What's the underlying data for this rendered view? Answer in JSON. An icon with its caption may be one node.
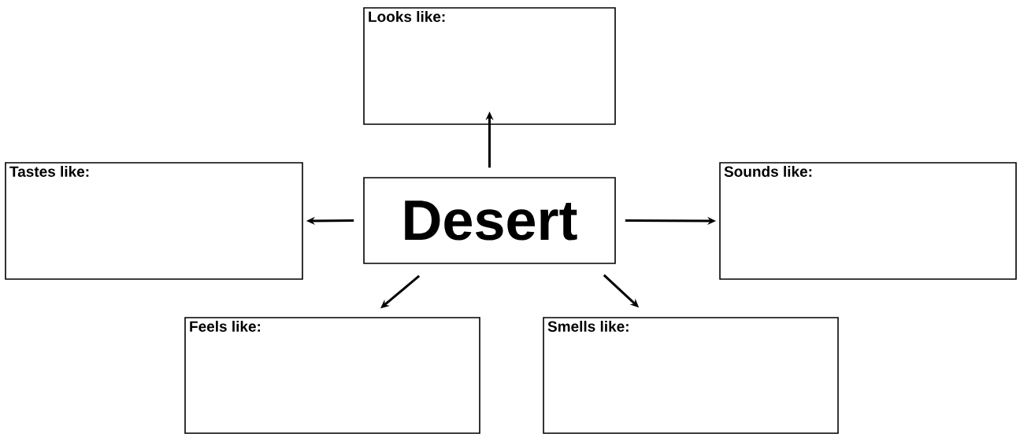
{
  "diagram": {
    "nodes": [
      {
        "text": [
          "Looks like:"
        ]
      },
      {
        "text": [
          "Tastes like:"
        ]
      },
      {
        "text": [
          "Desert"
        ]
      },
      {
        "text": [
          "Sounds like:"
        ]
      },
      {
        "text": [
          "Feels like:"
        ]
      },
      {
        "text": [
          "Smells like:"
        ]
      }
    ],
    "edges": [
      {
        "from": 2,
        "to": 0,
        "arrow": "to"
      },
      {
        "from": 2,
        "to": 1,
        "arrow": "to"
      },
      {
        "from": 2,
        "to": 3,
        "arrow": "to"
      },
      {
        "from": 2,
        "to": 4,
        "arrow": "to"
      },
      {
        "from": 2,
        "to": 5,
        "arrow": "to"
      }
    ]
  }
}
